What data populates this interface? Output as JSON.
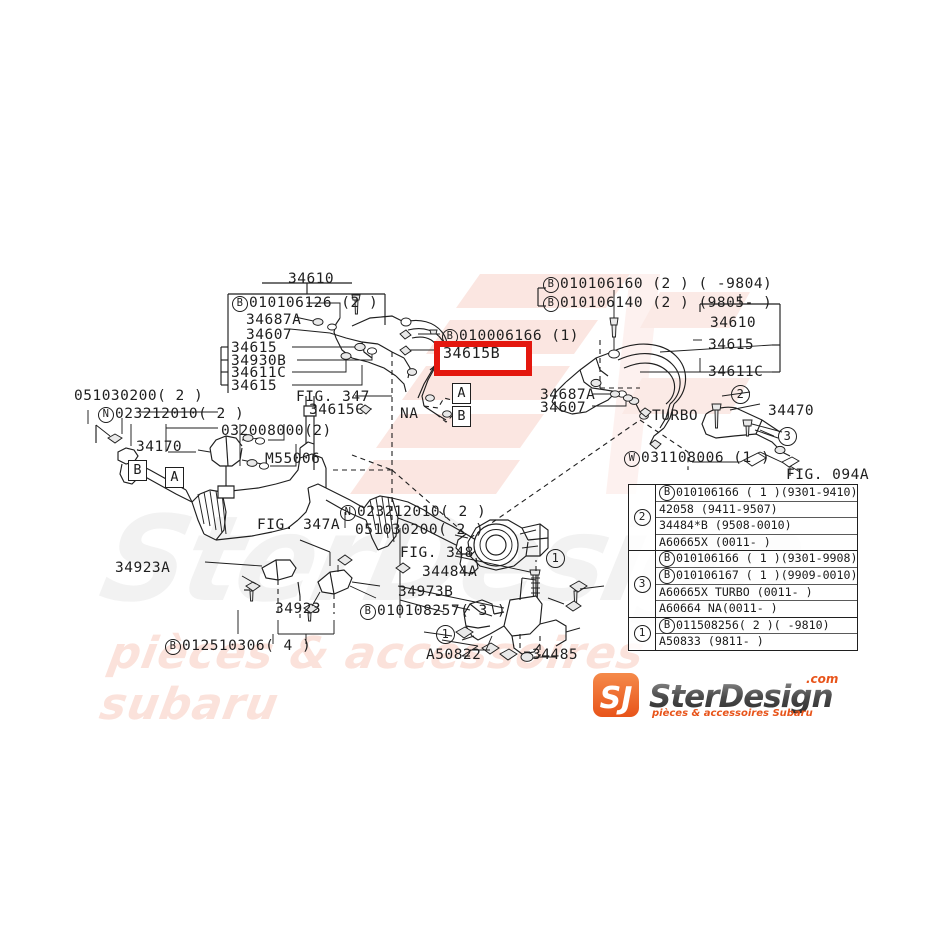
{
  "page": {
    "title": "Subaru steering hose / gear box parts diagram",
    "highlight_color": "#e4170e"
  },
  "watermark": {
    "mark": "SJ",
    "script": "SterDesign",
    "subtitle": "pièces & accessoires subaru"
  },
  "logo": {
    "badge": "SJ",
    "name": "SterDesign",
    "tld": ".com",
    "tagline": "pièces & accessoires Subaru"
  },
  "highlight": {
    "part": "34615B"
  },
  "labels": {
    "top_left_group_title": "34610",
    "b_010106126": "010106126 (2 )",
    "p_34687A": "34687A",
    "p_34607": "34607",
    "p_34615_a": "34615",
    "p_34930B": "34930B",
    "p_34611C": "34611C",
    "p_34615_b": "34615",
    "fig_347": "FIG. 347",
    "p_34615C": "34615C",
    "b_010006166": "010006166 (1)",
    "ref_A": "A",
    "ref_B": "B",
    "na": "NA",
    "b_010106160": "010106160 (2 ) (  -9804)",
    "b_010106140": "010106140 (2 ) (9805-   )",
    "top_right_group_title": "34610",
    "p_34615_right": "34615",
    "p_34611C_right": "34611C",
    "p_34687A_right": "34687A",
    "p_34607_right": "34607",
    "turbo": "TURBO",
    "p_34470": "34470",
    "w_031108006": "031108006 (1 )",
    "fig_094A": "FIG. 094A",
    "p_051030200_left": "051030200( 2 )",
    "n_023212010_left": "023212010( 2 )",
    "p_34170": "34170",
    "p_032008000": "032008000(2)",
    "p_M55006": "M55006",
    "ref_B_rack": "B",
    "ref_A_rack": "A",
    "fig_347A": "FIG. 347A",
    "p_34923A": "34923A",
    "p_34923": "34923",
    "b_012510306": "012510306( 4 )",
    "n_023212010_mid": "023212010( 2 )",
    "p_051030200_mid": "051030200( 2 )",
    "fig_348": "FIG. 348",
    "p_34484A": "34484A",
    "p_34973B": "34973B",
    "b_010108257": "010108257( 3 )",
    "p_A50822": "A50822",
    "p_34485": "34485"
  },
  "callouts": {
    "one": "1",
    "two": "2",
    "three": "3"
  },
  "legend": {
    "groups": [
      {
        "num": "2",
        "rows": [
          {
            "prefix": "B",
            "text": "010106166 ( 1 )(9301-9410)"
          },
          {
            "prefix": "",
            "text": "42058 (9411-9507)"
          },
          {
            "prefix": "",
            "text": "34484*B (9508-0010)"
          },
          {
            "prefix": "",
            "text": "A60665X (0011-       )"
          }
        ]
      },
      {
        "num": "3",
        "rows": [
          {
            "prefix": "B",
            "text": "010106166 ( 1 )(9301-9908)"
          },
          {
            "prefix": "B",
            "text": "010106167 ( 1 )(9909-0010)"
          },
          {
            "prefix": "",
            "text": "A60665X TURBO (0011-     )"
          },
          {
            "prefix": "",
            "text": "A60664  NA(0011-       )"
          }
        ]
      },
      {
        "num": "1",
        "rows": [
          {
            "prefix": "B",
            "text": "011508256( 2 )(     -9810)"
          },
          {
            "prefix": "",
            "text": "A50833 (9811-      )"
          }
        ]
      }
    ]
  }
}
